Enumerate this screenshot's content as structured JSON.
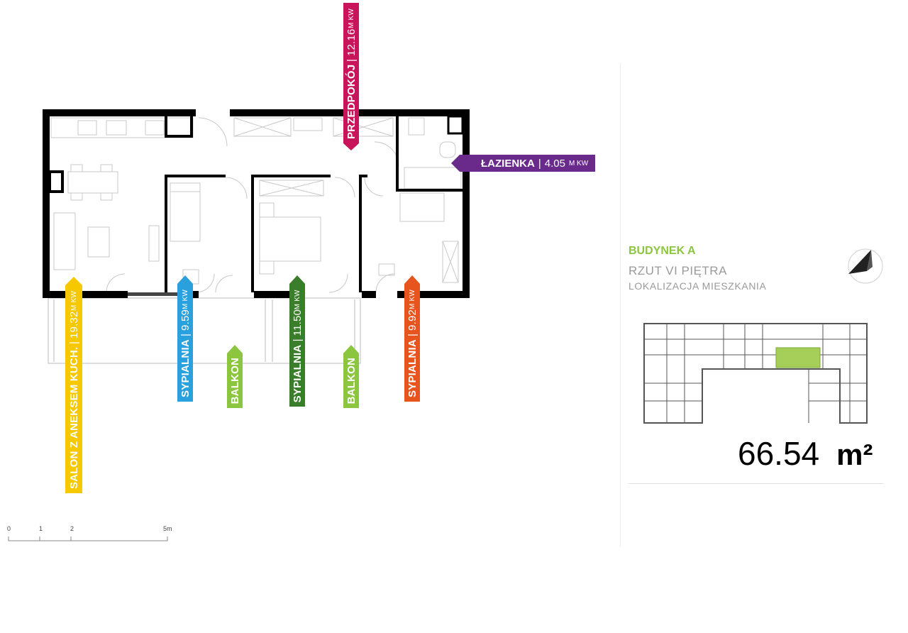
{
  "rooms": [
    {
      "name": "PRZEDPOKÓJ",
      "area": "12.16",
      "unit": "M KW",
      "color": "#c8145a"
    },
    {
      "name": "ŁAZIENKA",
      "area": "4.05",
      "unit": "M KW",
      "color": "#6a2a8c"
    },
    {
      "name": "SALON Z ANEKSEM KUCH.",
      "area": "19.32",
      "unit": "M KW",
      "color": "#f5c800"
    },
    {
      "name": "SYPIALNIA",
      "area": "9.59",
      "unit": "M KW",
      "color": "#2aa0dc"
    },
    {
      "name": "BALKON",
      "color": "#8cc63f"
    },
    {
      "name": "SYPIALNIA",
      "area": "11.50",
      "unit": "M KW",
      "color": "#3a7d2a"
    },
    {
      "name": "BALKON",
      "color": "#8cc63f"
    },
    {
      "name": "SYPIALNIA",
      "area": "9.92",
      "unit": "M KW",
      "color": "#e8541e"
    }
  ],
  "info": {
    "building": "BUDYNEK A",
    "floor": "RZUT VI PIĘTRA",
    "location": "LOKALIZACJA MIESZKANIA"
  },
  "total": {
    "value": "66.54",
    "unit": "m²"
  },
  "scale": {
    "labels": [
      "0",
      "1",
      "2",
      "5m"
    ]
  },
  "icons": {
    "compass": "north-arrow-icon"
  }
}
